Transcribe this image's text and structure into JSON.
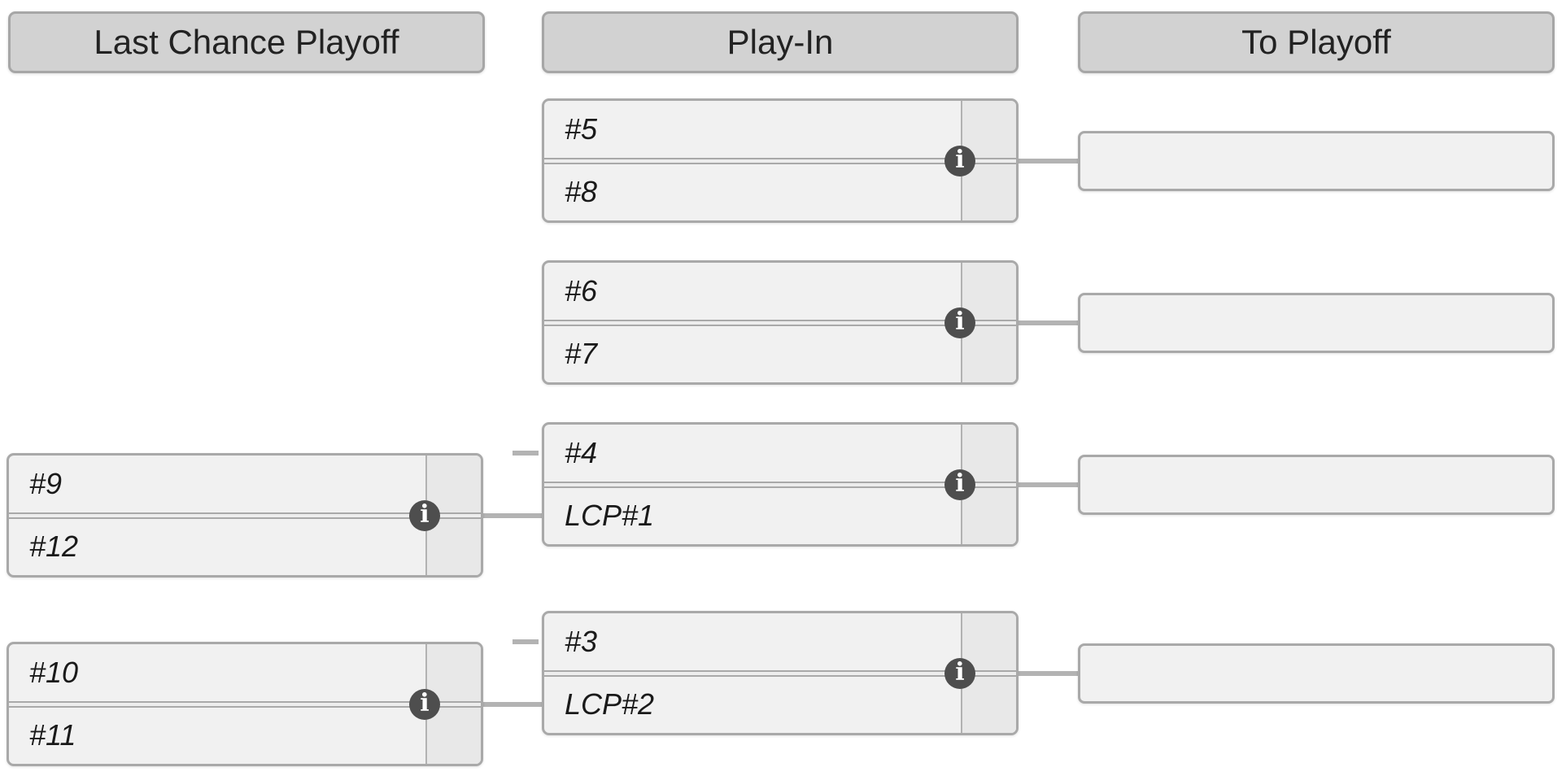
{
  "bracket": {
    "columns": [
      {
        "title": "Last Chance Playoff"
      },
      {
        "title": "Play-In"
      },
      {
        "title": "To Playoff"
      }
    ],
    "lcp_matches": [
      {
        "top": "#9",
        "bottom": "#12"
      },
      {
        "top": "#10",
        "bottom": "#11"
      }
    ],
    "playin_matches": [
      {
        "top": "#5",
        "bottom": "#8"
      },
      {
        "top": "#6",
        "bottom": "#7"
      },
      {
        "top": "#4",
        "bottom": "LCP#1"
      },
      {
        "top": "#3",
        "bottom": "LCP#2"
      }
    ],
    "playoff_slots": [
      "",
      "",
      "",
      ""
    ]
  },
  "icons": {
    "info_glyph": "i"
  },
  "colors": {
    "header_bg": "#d2d2d2",
    "box_bg": "#f1f1f1",
    "score_column_bg": "#e8e8e8",
    "border": "#a9a9a9",
    "connector": "#b3b3b3",
    "info_badge_bg": "#4e4e4e",
    "text": "#1a1a1a"
  }
}
